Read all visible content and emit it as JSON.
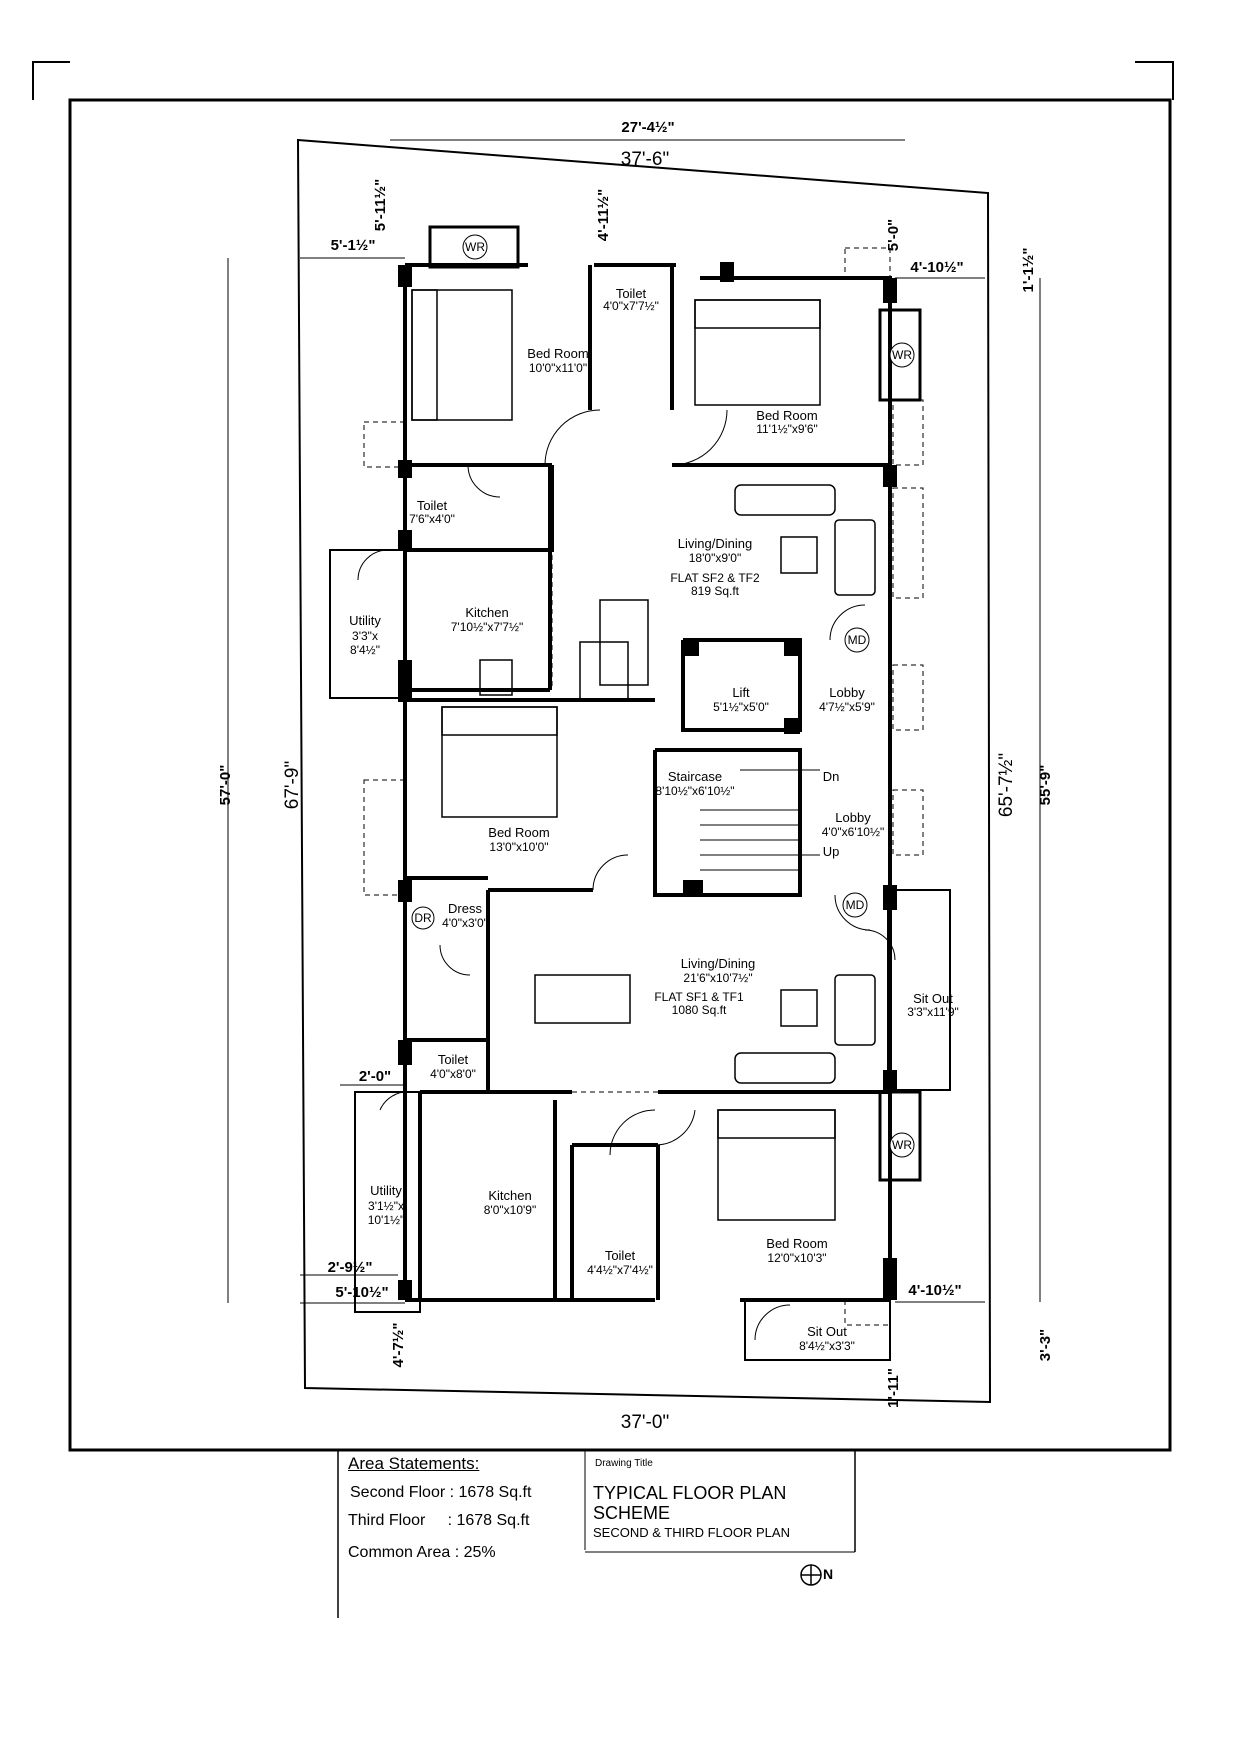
{
  "rooms": {
    "bed_tl": {
      "name": "Bed Room",
      "size": "10'0\"x11'0\""
    },
    "toilet_tc": {
      "name": "Toilet",
      "size": "4'0\"x7'7½\""
    },
    "bed_tr": {
      "name": "Bed Room",
      "size": "11'1½\"x9'6\""
    },
    "toilet_ml": {
      "name": "Toilet",
      "size": "7'6\"x4'0\""
    },
    "living_top": {
      "name": "Living/Dining",
      "size": "18'0\"x9'0\""
    },
    "flat_top": {
      "line1": "FLAT SF2 & TF2",
      "line2": "819 Sq.ft"
    },
    "utility_top": {
      "name": "Utility",
      "size1": "3'3\"x",
      "size2": "8'4½\""
    },
    "kitchen_top": {
      "name": "Kitchen",
      "size": "7'10½\"x7'7½\""
    },
    "lift": {
      "name": "Lift",
      "size": "5'1½\"x5'0\""
    },
    "lobby_top": {
      "name": "Lobby",
      "size": "4'7½\"x5'9\""
    },
    "staircase": {
      "name": "Staircase",
      "size": "8'10½\"x6'10½\""
    },
    "dn": "Dn",
    "up": "Up",
    "lobby_mid": {
      "name": "Lobby",
      "size": "4'0\"x6'10½\""
    },
    "bed_mid": {
      "name": "Bed Room",
      "size": "13'0\"x10'0\""
    },
    "dress": {
      "name": "Dress",
      "size": "4'0\"x3'0\""
    },
    "living_bot": {
      "name": "Living/Dining",
      "size": "21'6\"x10'7½\""
    },
    "flat_bot": {
      "line1": "FLAT SF1 & TF1",
      "line2": "1080 Sq.ft"
    },
    "sitout_right": {
      "name": "Sit Out",
      "size": "3'3\"x11'9\""
    },
    "toilet_bl": {
      "name": "Toilet",
      "size": "4'0\"x8'0\""
    },
    "utility_bot": {
      "name": "Utility",
      "size1": "3'1½\"x",
      "size2": "10'1½\""
    },
    "kitchen_bot": {
      "name": "Kitchen",
      "size": "8'0\"x10'9\""
    },
    "toilet_bc": {
      "name": "Toilet",
      "size": "4'4½\"x7'4½\""
    },
    "bed_br": {
      "name": "Bed Room",
      "size": "12'0\"x10'3\""
    },
    "sitout_bot": {
      "name": "Sit Out",
      "size": "8'4½\"x3'3\""
    }
  },
  "tags": {
    "wr": "WR",
    "md": "MD",
    "dr": "DR"
  },
  "dimensions": {
    "top_overall": "27'-4½\"",
    "top_site": "37'-6\"",
    "bottom_site": "37'-0\"",
    "left_site": "67'-9\"",
    "left_building": "57'-0\"",
    "right_site": "65'-7½\"",
    "right_building": "55'-9\"",
    "setback_top_left": "5'-1½\"",
    "setback_top_left_v": "5'-11½\"",
    "setback_top_mid_v": "4'-11½\"",
    "setback_top_right_v": "5'-0\"",
    "setback_right_top": "4'-10½\"",
    "setback_right_top_v": "1'-1½\"",
    "left_mid": "2'-0\"",
    "left_lower": "2'-9½\"",
    "left_bottom": "5'-10½\"",
    "bottom_left_v": "4'-7½\"",
    "right_bottom": "4'-10½\"",
    "bottom_right_v": "1'-11\"",
    "right_bottom_v": "3'-3\""
  },
  "title_block": {
    "area_heading": "Area Statements:",
    "second_floor": "Second Floor : 1678 Sq.ft",
    "third_floor": "Third Floor     : 1678 Sq.ft",
    "common_area": "Common Area : 25%",
    "drawing_title_label": "Drawing Title",
    "title_line1": "TYPICAL FLOOR PLAN",
    "title_line2": "SCHEME",
    "subtitle": "SECOND & THIRD FLOOR PLAN",
    "north": "N"
  }
}
